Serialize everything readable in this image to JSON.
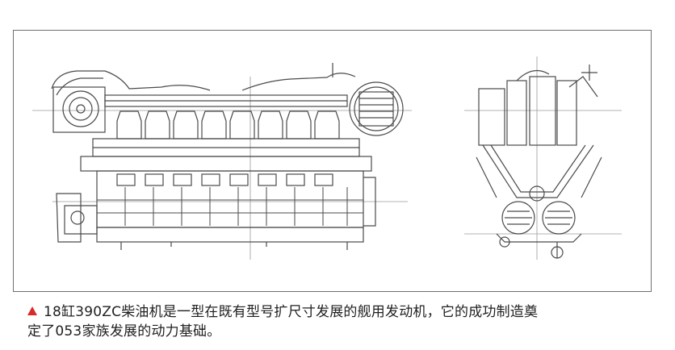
{
  "figure": {
    "side_view": "18-cylinder diesel engine side elevation",
    "end_view": "engine end elevation"
  },
  "caption": {
    "line1": "18缸390ZC柴油机是一型在既有型号扩尺寸发展的舰用发动机，它的成功制造奠",
    "line2": "定了053家族发展的动力基础。",
    "marker_color": "#d62c2c"
  }
}
